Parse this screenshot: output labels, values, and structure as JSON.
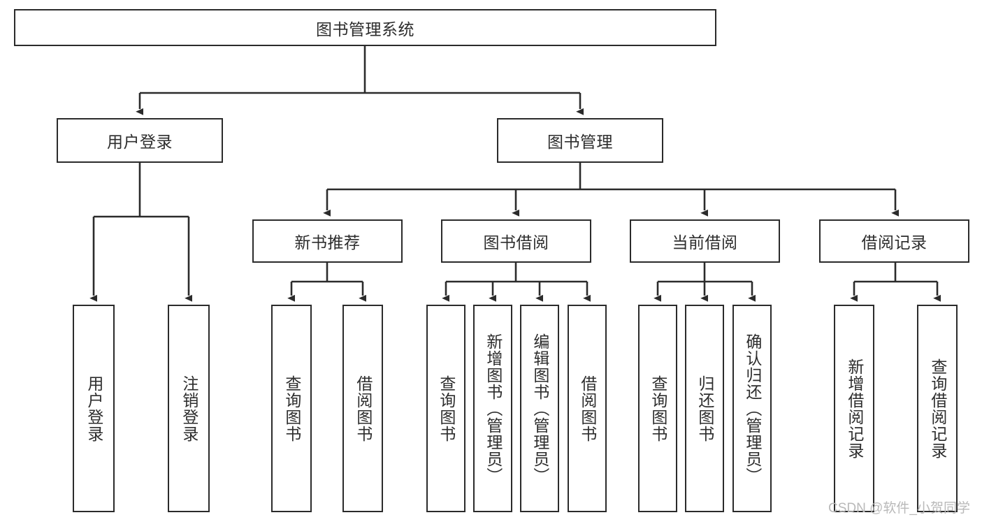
{
  "diagram": {
    "type": "tree",
    "title": "图书管理系统",
    "watermark": "CSDN @软件_小贺同学",
    "colors": {
      "box_border": "#2b2b2b",
      "box_fill": "#ffffff",
      "connector": "#2b2b2b",
      "text": "#2d2d2d",
      "watermark": "#b9b9b9"
    },
    "root": {
      "label": "图书管理系统"
    },
    "level2": [
      {
        "label": "用户登录"
      },
      {
        "label": "图书管理"
      }
    ],
    "level3": [
      {
        "label": "新书推荐"
      },
      {
        "label": "图书借阅"
      },
      {
        "label": "当前借阅"
      },
      {
        "label": "借阅记录"
      }
    ],
    "leaves": {
      "user_login": [
        {
          "label": "用户登录"
        },
        {
          "label": "注销登录"
        }
      ],
      "new_book_recommend": [
        {
          "label": "查询图书"
        },
        {
          "label": "借阅图书"
        }
      ],
      "book_borrow": [
        {
          "label": "查询图书"
        },
        {
          "label": "新增图书（管理员）"
        },
        {
          "label": "编辑图书（管理员）"
        },
        {
          "label": "借阅图书"
        }
      ],
      "current_borrow": [
        {
          "label": "查询图书"
        },
        {
          "label": "归还图书"
        },
        {
          "label": "确认归还（管理员）"
        }
      ],
      "borrow_record": [
        {
          "label": "新增借阅记录"
        },
        {
          "label": "查询借阅记录"
        }
      ]
    }
  }
}
